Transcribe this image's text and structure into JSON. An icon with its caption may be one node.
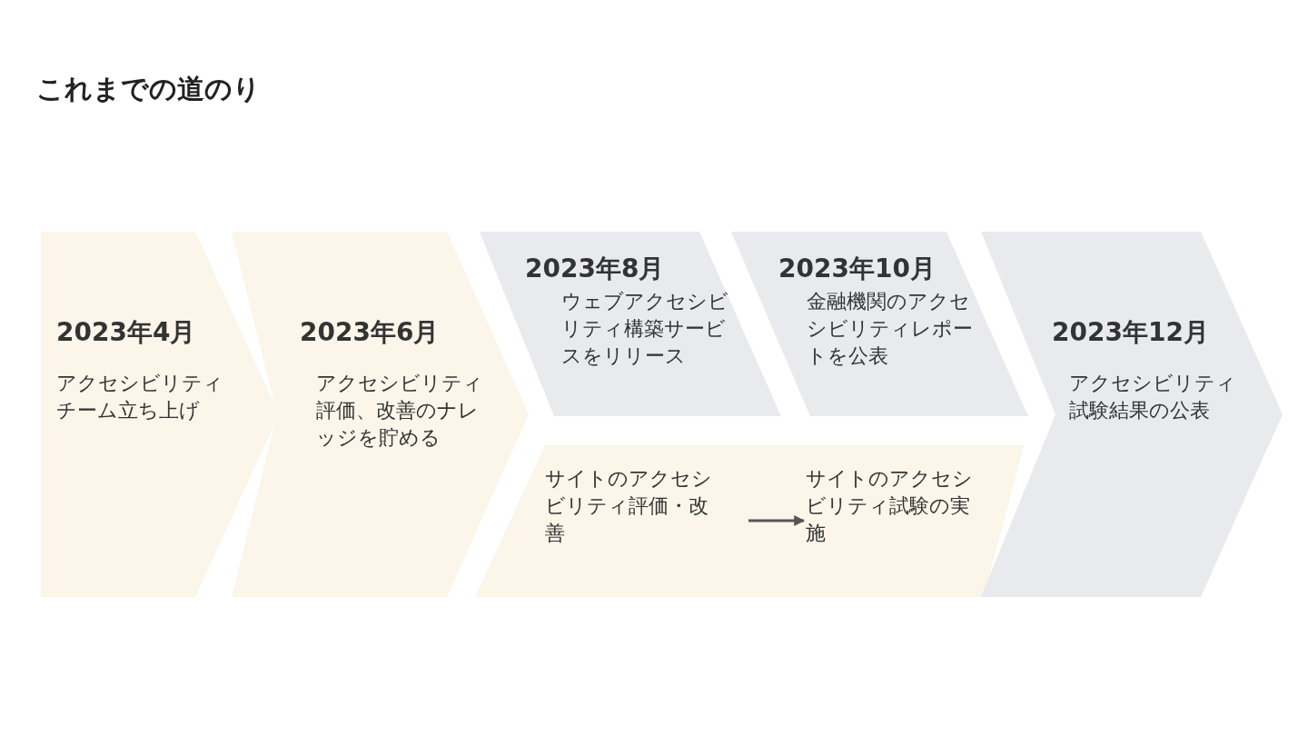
{
  "diagram": {
    "title": "これまでの道のり",
    "nodes": [
      {
        "text": [
          "2023年4月",
          "アクセシビリティチーム立ち上げ"
        ]
      },
      {
        "text": [
          "2023年6月",
          "アクセシビリティ評価、改善のナレッジを貯める"
        ]
      },
      {
        "text": [
          "2023年8月",
          "ウェブアクセシビリティ構築サービスをリリース"
        ]
      },
      {
        "text": [
          "2023年10月",
          "金融機関のアクセシビリティレポートを公表"
        ]
      },
      {
        "text": [],
        "shape": "parallelogram"
      },
      {
        "text": [
          "サイトのアクセシビリティ評価・改善"
        ],
        "in": 4
      },
      {
        "text": [
          "サイトのアクセシビリティ試験の実施"
        ],
        "in": 4
      },
      {
        "text": [
          "2023年12月",
          "アクセシビリティ試験結果の公表"
        ]
      }
    ],
    "edges": [
      {
        "from": 5,
        "to": 6,
        "arrow": "to"
      }
    ]
  }
}
